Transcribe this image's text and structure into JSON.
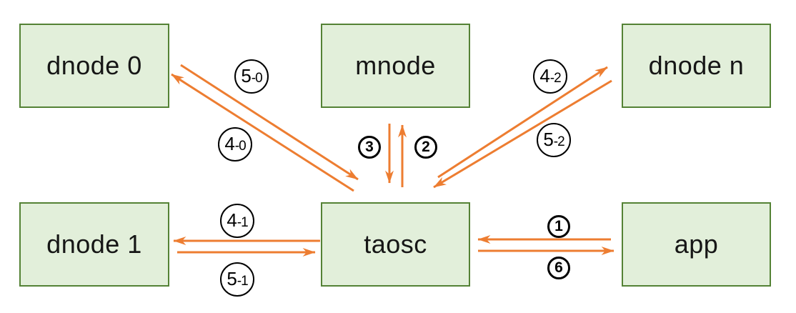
{
  "diagram": {
    "type": "architecture-flow",
    "background": "#FFFFFF",
    "colors": {
      "node_fill": "#E2EFDA",
      "node_border": "#548235",
      "arrow": "#ED7D31",
      "circle_border": "#000000",
      "text": "#161616"
    },
    "nodes": [
      {
        "id": "dnode0",
        "label": "dnode 0"
      },
      {
        "id": "mnode",
        "label": "mnode"
      },
      {
        "id": "dnoden",
        "label": "dnode n"
      },
      {
        "id": "dnode1",
        "label": "dnode 1"
      },
      {
        "id": "taosc",
        "label": "taosc"
      },
      {
        "id": "app",
        "label": "app"
      }
    ],
    "edges": [
      {
        "label": "1",
        "label_main": "1",
        "label_suffix": "",
        "from": "app",
        "to": "taosc"
      },
      {
        "label": "2",
        "label_main": "2",
        "label_suffix": "",
        "from": "taosc",
        "to": "mnode"
      },
      {
        "label": "3",
        "label_main": "3",
        "label_suffix": "",
        "from": "mnode",
        "to": "taosc"
      },
      {
        "label": "4-0",
        "label_main": "4",
        "label_suffix": "-0",
        "from": "taosc",
        "to": "dnode 0"
      },
      {
        "label": "5-0",
        "label_main": "5",
        "label_suffix": "-0",
        "from": "dnode 0",
        "to": "taosc"
      },
      {
        "label": "4-1",
        "label_main": "4",
        "label_suffix": "-1",
        "from": "taosc",
        "to": "dnode 1"
      },
      {
        "label": "5-1",
        "label_main": "5",
        "label_suffix": "-1",
        "from": "dnode 1",
        "to": "taosc"
      },
      {
        "label": "4-2",
        "label_main": "4",
        "label_suffix": "-2",
        "from": "taosc",
        "to": "dnode n"
      },
      {
        "label": "5-2",
        "label_main": "5",
        "label_suffix": "-2",
        "from": "dnode n",
        "to": "taosc"
      },
      {
        "label": "6",
        "label_main": "6",
        "label_suffix": "",
        "from": "taosc",
        "to": "app"
      }
    ]
  }
}
